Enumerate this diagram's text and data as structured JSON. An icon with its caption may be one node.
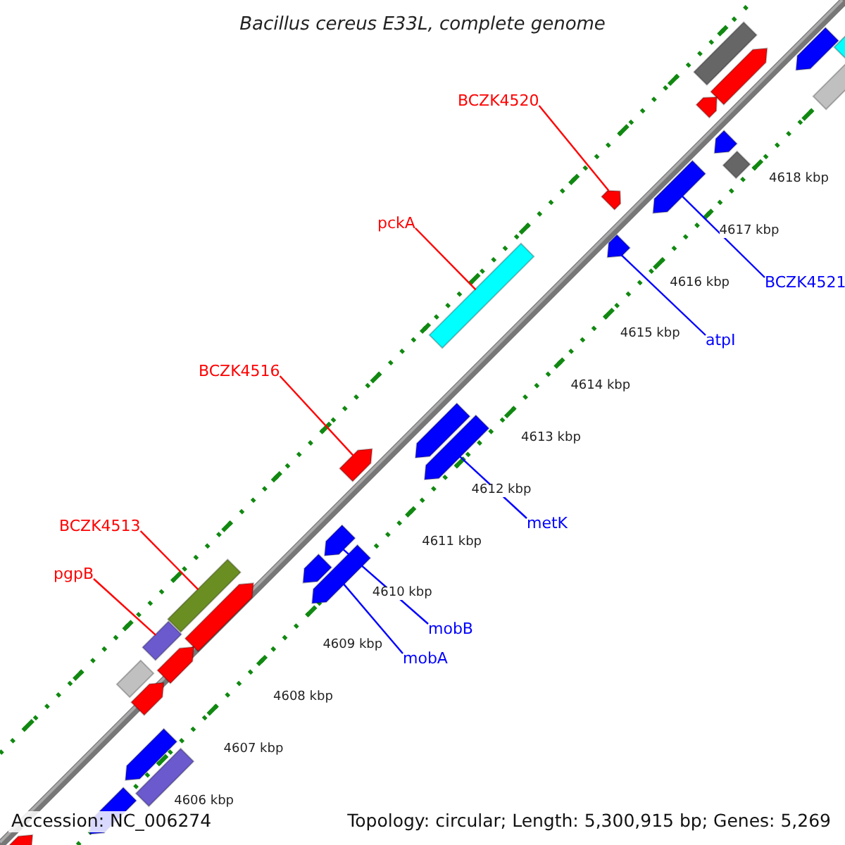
{
  "diagram": {
    "title": "Bacillus cereus E33L, complete genome",
    "nodes": [
      {
        "text": [
          "BCZK4520"
        ]
      },
      {
        "text": [
          "pckA"
        ]
      },
      {
        "text": [
          "BCZK4521"
        ]
      },
      {
        "text": [
          "atpI"
        ]
      },
      {
        "text": [
          "BCZK4516"
        ]
      },
      {
        "text": [
          "metK"
        ]
      },
      {
        "text": [
          "BCZK4513"
        ]
      },
      {
        "text": [
          "pgpB"
        ]
      },
      {
        "text": [
          "mobB"
        ]
      },
      {
        "text": [
          "mobA"
        ]
      },
      {
        "text": [],
        "shape": "bar"
      },
      {
        "text": [],
        "shape": "bar"
      },
      {
        "text": [],
        "shape": "bar"
      },
      {
        "text": [],
        "shape": "bar"
      },
      {
        "text": [],
        "shape": "bar"
      },
      {
        "text": [],
        "shape": "bar"
      },
      {
        "text": [],
        "shape": "bar"
      },
      {
        "text": [],
        "shape": "bar"
      },
      {
        "text": [],
        "shape": "bar"
      },
      {
        "text": [],
        "shape": "bar"
      },
      {
        "text": [],
        "shape": "bar"
      },
      {
        "text": [],
        "shape": "bar"
      },
      {
        "text": [],
        "shape": "bar"
      },
      {
        "text": [],
        "shape": "bar"
      },
      {
        "text": [],
        "shape": "bar"
      },
      {
        "text": [],
        "shape": "bar"
      },
      {
        "text": [],
        "shape": "bar"
      },
      {
        "text": [],
        "shape": "bar"
      },
      {
        "text": [],
        "shape": "bar"
      },
      {
        "text": [],
        "shape": "bar"
      },
      {
        "text": [],
        "shape": "bar"
      },
      {
        "text": [],
        "shape": "bar"
      },
      {
        "text": [],
        "shape": "bar"
      },
      {
        "text": [],
        "shape": "bar"
      },
      {
        "text": [],
        "shape": "bar"
      },
      {
        "text": [],
        "shape": "bar"
      },
      {
        "text": [],
        "shape": "bar"
      },
      {
        "text": [],
        "shape": "bar"
      }
    ],
    "edges": [
      {
        "from": 0,
        "to": 10,
        "arrow": "none",
        "color": "#ff0000"
      },
      {
        "from": 1,
        "to": 11,
        "arrow": "none",
        "color": "#ff0000"
      },
      {
        "from": 2,
        "to": 12,
        "arrow": "none",
        "color": "#0000ff"
      },
      {
        "from": 3,
        "to": 13,
        "arrow": "none",
        "color": "#0000ff"
      },
      {
        "from": 4,
        "to": 14,
        "arrow": "none",
        "color": "#ff0000"
      },
      {
        "from": 5,
        "to": 15,
        "arrow": "none",
        "color": "#0000ff"
      },
      {
        "from": 6,
        "to": 16,
        "arrow": "none",
        "color": "#ff0000"
      },
      {
        "from": 7,
        "to": 17,
        "arrow": "none",
        "color": "#ff0000"
      },
      {
        "from": 8,
        "to": 18,
        "arrow": "none",
        "color": "#0000ff"
      },
      {
        "from": 9,
        "to": 19,
        "arrow": "none",
        "color": "#0000ff"
      }
    ],
    "labels": [
      "4618 kbp",
      "4617 kbp",
      "4616 kbp",
      "4615 kbp",
      "4614 kbp",
      "4613 kbp",
      "4612 kbp",
      "4611 kbp",
      "4610 kbp",
      "4609 kbp",
      "4608 kbp",
      "4607 kbp",
      "4606 kbp",
      "Accession: NC_006274",
      "Topology: circular; Length: 5,300,915 bp; Genes: 5,269"
    ]
  }
}
